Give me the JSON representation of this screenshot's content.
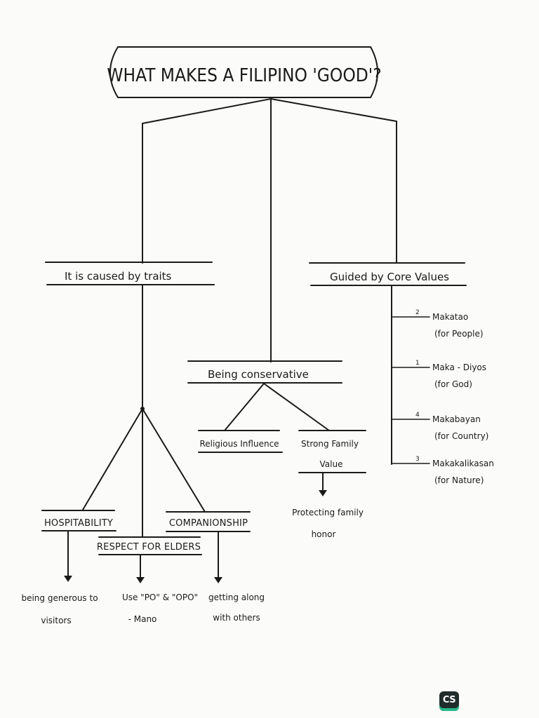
{
  "title": "WHAT MAKES A FILIPINO 'GOOD'?",
  "branches": {
    "traits": "It is caused by traits",
    "conservative": "Being   conservative",
    "core_values": "Guided  by  Core  Values"
  },
  "traits_children": {
    "hospitability": "HOSPITABILITY",
    "respect": "RESPECT FOR ELDERS",
    "companionship": "COMPANIONSHIP"
  },
  "traits_outcomes": {
    "hospitability_line1": "being generous to",
    "hospitability_line2": "visitors",
    "respect_line1": "Use \"PO\" & \"OPO\"",
    "respect_line2": "- Mano",
    "companionship_line1": "getting along",
    "companionship_line2": "with others"
  },
  "conservative_children": {
    "religious": "Religious Influence",
    "family_line1": "Strong  Family",
    "family_line2": "Value"
  },
  "family_outcome": {
    "line1": "Protecting  family",
    "line2": "honor"
  },
  "core_values": [
    {
      "num": "2",
      "name": "Makatao",
      "meaning": "(for People)"
    },
    {
      "num": "1",
      "name": "Maka - Diyos",
      "meaning": "(for God)"
    },
    {
      "num": "4",
      "name": "Makabayan",
      "meaning": "(for Country)"
    },
    {
      "num": "3",
      "name": "Makakalikasan",
      "meaning": "(for Nature)"
    }
  ],
  "badge": "CS"
}
